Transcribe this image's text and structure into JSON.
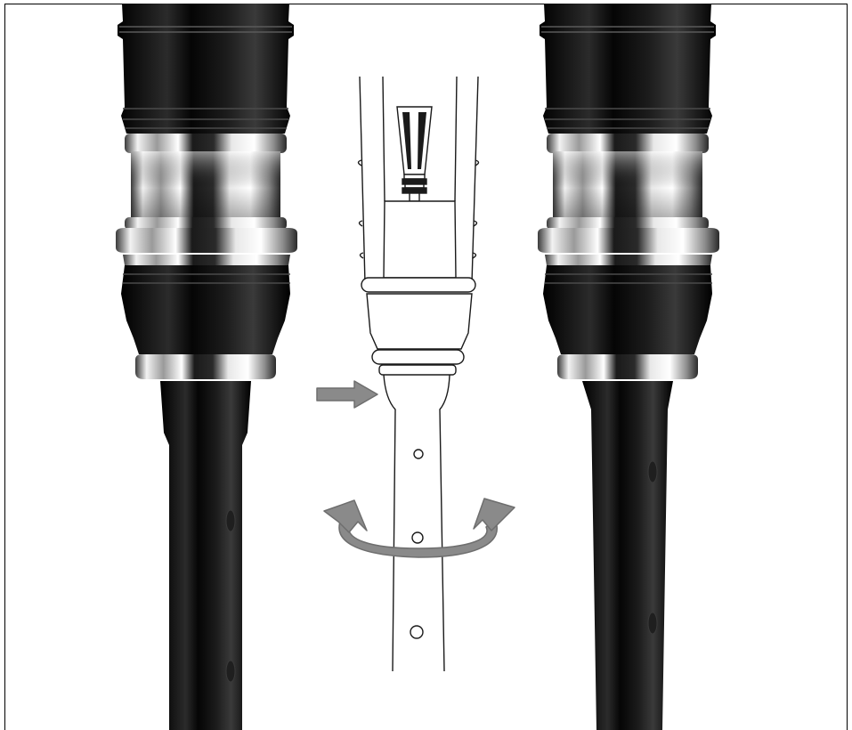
{
  "figure": {
    "background_color": "#ffffff",
    "frame_color": "#000000",
    "chanter_color": "#0d0d0d",
    "metal_ring_color": "#d9d9d9",
    "line_color": "#1a1a1a",
    "arrow_color": "#8a8a8a",
    "panels": [
      {
        "name": "chanter-photo-left"
      },
      {
        "name": "chanter-line-diagram"
      },
      {
        "name": "chanter-photo-right"
      }
    ],
    "annotations": [
      {
        "name": "indicator-arrow",
        "icon": "right-arrow-icon"
      },
      {
        "name": "rotation-arrow",
        "icon": "rotate-both-ways-icon"
      }
    ]
  }
}
